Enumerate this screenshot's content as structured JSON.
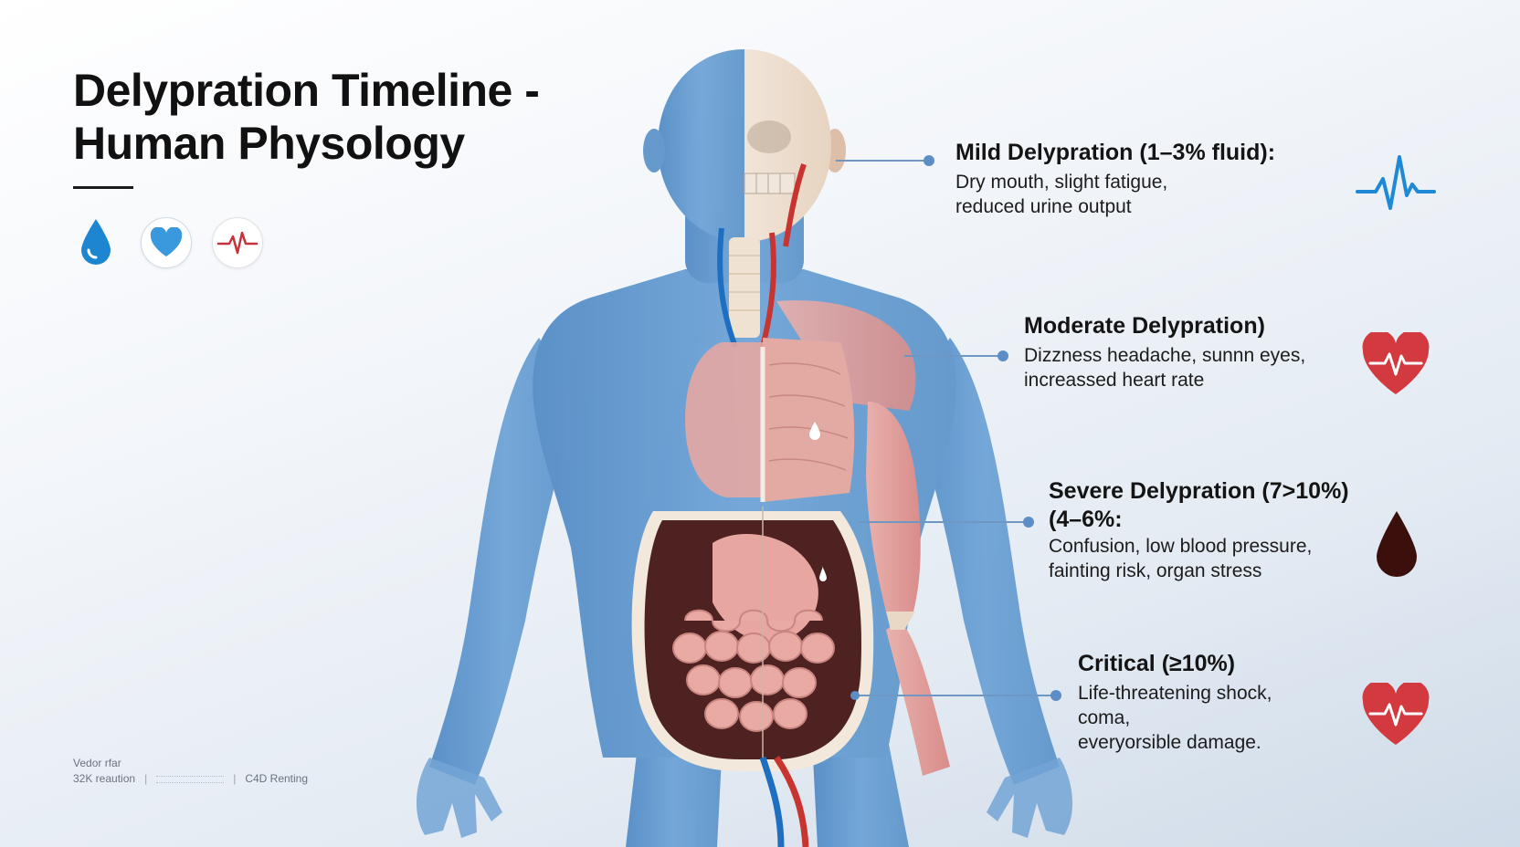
{
  "header": {
    "title_line1": "Delypration Timeline -",
    "title_line2": "Human Physology"
  },
  "header_icons": [
    "water-drop-icon",
    "heart-icon",
    "heartbeat-pulse-icon"
  ],
  "stages": [
    {
      "title": "Mild Delypration (1–3% fluid):",
      "desc_line1": "Dry mouth, slight fatigue,",
      "desc_line2": "reduced urine output",
      "icon": "heartbeat-pulse-icon"
    },
    {
      "title": "Moderate Delypration)",
      "desc_line1": "Dizzness headache, sunnn eyes,",
      "desc_line2": "increassed heart rate",
      "icon": "heart-pulse-icon"
    },
    {
      "title": "Severe Delypration (7>10%)",
      "subtitle": "(4–6%:",
      "desc_line1": "Confusion, low blood pressure,",
      "desc_line2": "fainting risk, organ stress",
      "icon": "dark-blood-drop-icon"
    },
    {
      "title": "Critical (≥10%)",
      "desc_line1": "Life-threatening shock,",
      "desc_line2": "coma,",
      "desc_line3": "everyorsible damage.",
      "icon": "heart-pulse-icon"
    }
  ],
  "footer": {
    "line1": "Vedor rfar",
    "line2a": "32K reaution",
    "line2b": "C4D Renting"
  },
  "colors": {
    "skin_blue": "#5b93c9",
    "muscle_pink": "#e3a3a0",
    "accent_red": "#d23a3f",
    "accent_blue": "#2d8fd6",
    "connector": "#6f97c4"
  }
}
